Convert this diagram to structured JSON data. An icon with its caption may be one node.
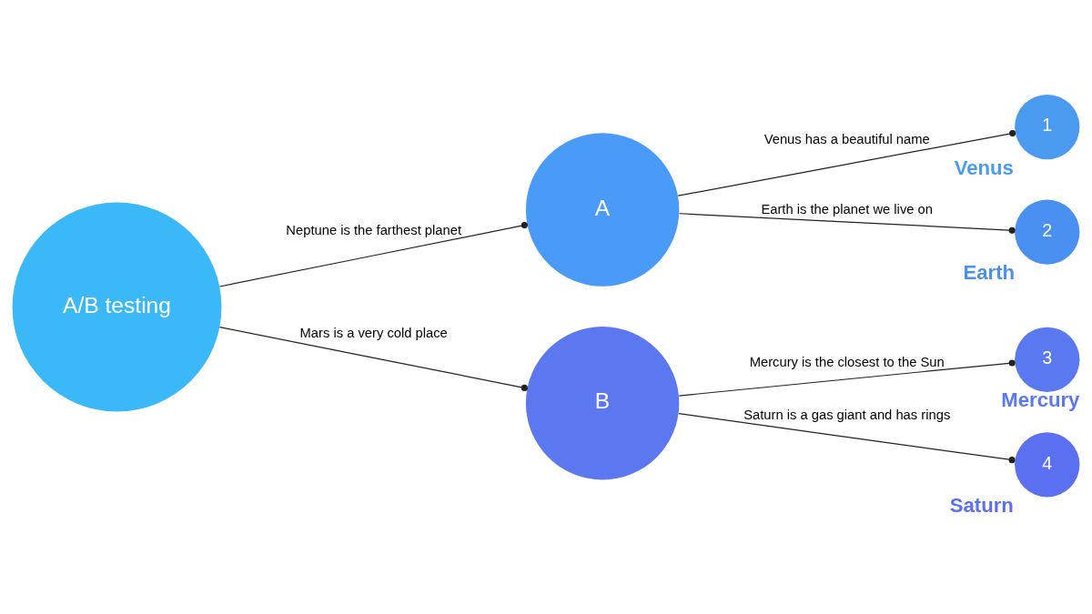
{
  "diagram": {
    "nodes": [
      {
        "text": [
          "A/B testing"
        ]
      },
      {
        "text": [
          "A"
        ]
      },
      {
        "text": [
          "B"
        ]
      },
      {
        "text": [
          "1"
        ],
        "beside": [
          "Venus"
        ]
      },
      {
        "text": [
          "2"
        ],
        "beside": [
          "Earth"
        ]
      },
      {
        "text": [
          "3"
        ],
        "beside": [
          "Mercury"
        ]
      },
      {
        "text": [
          "4"
        ],
        "beside": [
          "Saturn"
        ]
      }
    ],
    "edges": [
      {
        "from": 0,
        "to": 1,
        "arrow": "other",
        "label": "Neptune is the farthest planet"
      },
      {
        "from": 0,
        "to": 2,
        "arrow": "other",
        "label": "Mars is a very cold place"
      },
      {
        "from": 1,
        "to": 3,
        "arrow": "other",
        "label": "Venus has a beautiful name"
      },
      {
        "from": 1,
        "to": 4,
        "arrow": "other",
        "label": "Earth is the planet we live on"
      },
      {
        "from": 2,
        "to": 5,
        "arrow": "other",
        "label": "Mercury is the closest to the Sun"
      },
      {
        "from": 2,
        "to": 6,
        "arrow": "other",
        "label": "Saturn is a gas giant and has rings"
      }
    ]
  }
}
